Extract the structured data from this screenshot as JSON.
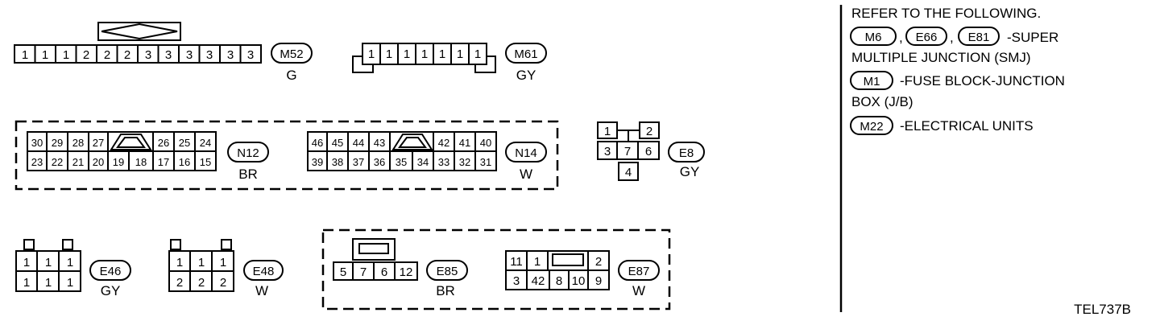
{
  "legend": {
    "heading": "REFER TO THE FOLLOWING.",
    "smj_codes": [
      "M6",
      "E66",
      "E81"
    ],
    "smj_sep": ",",
    "smj_desc_1": "-SUPER",
    "smj_desc_2": "MULTIPLE JUNCTION (SMJ)",
    "jb_code": "M1",
    "jb_desc_1": "-FUSE BLOCK-JUNCTION",
    "jb_desc_2": "BOX (J/B)",
    "eu_code": "M22",
    "eu_desc": "-ELECTRICAL UNITS"
  },
  "figure_id": "TEL737B",
  "connectors": {
    "m52": {
      "code": "M52",
      "color": "G",
      "pins": [
        "1",
        "1",
        "1",
        "2",
        "2",
        "2",
        "3",
        "3",
        "3",
        "3",
        "3",
        "3"
      ]
    },
    "m61": {
      "code": "M61",
      "color": "GY",
      "pins": [
        "1",
        "1",
        "1",
        "1",
        "1",
        "1",
        "1"
      ]
    },
    "n12": {
      "code": "N12",
      "color": "BR",
      "top_left": [
        "30",
        "29",
        "28",
        "27"
      ],
      "top_right": [
        "26",
        "25",
        "24"
      ],
      "bot_left": [
        "23",
        "22",
        "21",
        "20",
        "19",
        "18"
      ],
      "bot_right": [
        "17",
        "16",
        "15"
      ]
    },
    "n14": {
      "code": "N14",
      "color": "W",
      "top_left": [
        "46",
        "45",
        "44",
        "43"
      ],
      "top_right": [
        "42",
        "41",
        "40"
      ],
      "bot_left": [
        "39",
        "38",
        "37",
        "36",
        "35"
      ],
      "bot_right": [
        "34",
        "33",
        "32",
        "31"
      ]
    },
    "e8": {
      "code": "E8",
      "color": "GY",
      "pins": [
        "1",
        "2",
        "3",
        "7",
        "6",
        "4"
      ]
    },
    "e46": {
      "code": "E46",
      "color": "GY",
      "top": [
        "1",
        "1",
        "1"
      ],
      "bottom": [
        "1",
        "1",
        "1"
      ]
    },
    "e48": {
      "code": "E48",
      "color": "W",
      "top": [
        "1",
        "1",
        "1"
      ],
      "bottom": [
        "2",
        "2",
        "2"
      ]
    },
    "e85": {
      "code": "E85",
      "color": "BR",
      "pins": [
        "5",
        "7",
        "6",
        "12"
      ]
    },
    "e87": {
      "code": "E87",
      "color": "W",
      "top": [
        "11",
        "1",
        "2"
      ],
      "bottom": [
        "3",
        "42",
        "8",
        "10",
        "9"
      ]
    }
  }
}
